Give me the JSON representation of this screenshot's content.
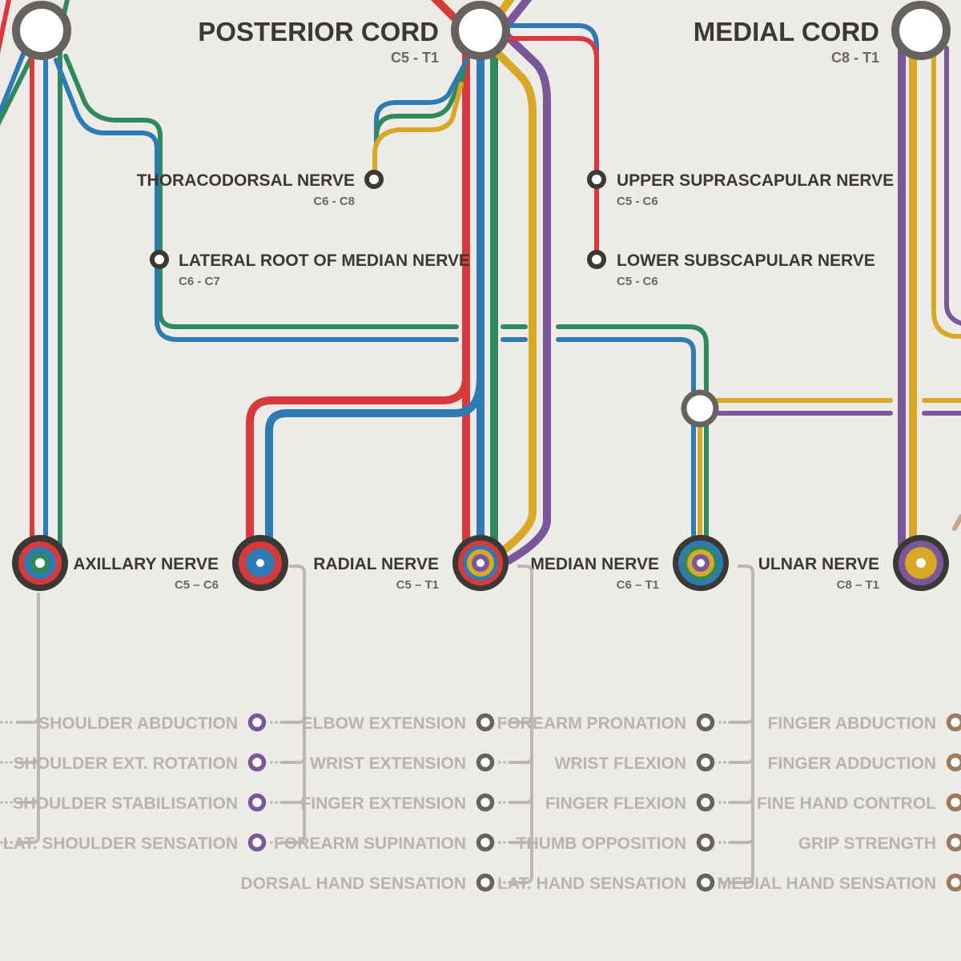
{
  "colors": {
    "background": "#ecebe7",
    "red": "#d83a3c",
    "blue": "#2d7ab4",
    "green": "#2e8a5c",
    "yellow": "#d9a826",
    "purple": "#7a569a",
    "dark": "#3b3836",
    "station": "#666260",
    "connector": "#bcb7b1",
    "function_text": "#b9b3ad",
    "brown": "#9b7b5e"
  },
  "cords": {
    "posterior": {
      "name": "POSTERIOR CORD",
      "range": "C5 - T1"
    },
    "medial": {
      "name": "MEDIAL CORD",
      "range": "C8 - T1"
    }
  },
  "branches": {
    "thoracodorsal": {
      "name": "THORACODORSAL NERVE",
      "range": "C6 - C8"
    },
    "lateral_root": {
      "name": "LATERAL ROOT OF MEDIAN NERVE",
      "range": "C6 - C7"
    },
    "upper_subscapular": {
      "name": "UPPER SUPRASCAPULAR NERVE",
      "range": "C5 - C6"
    },
    "lower_subscapular": {
      "name": "LOWER SUBSCAPULAR NERVE",
      "range": "C5 - C6"
    }
  },
  "nerves": {
    "axillary": {
      "name": "AXILLARY NERVE",
      "range": "C5 – C6",
      "functions": [
        "SHOULDER ABDUCTION",
        "SHOULDER EXT. ROTATION",
        "SHOULDER STABILISATION",
        "LAT. SHOULDER SENSATION"
      ]
    },
    "radial": {
      "name": "RADIAL NERVE",
      "range": "C5 – T1",
      "functions": [
        "ELBOW EXTENSION",
        "WRIST EXTENSION",
        "FINGER EXTENSION",
        "FOREARM SUPINATION",
        "DORSAL HAND SENSATION"
      ]
    },
    "median": {
      "name": "MEDIAN NERVE",
      "range": "C6 – T1",
      "functions": [
        "FOREARM PRONATION",
        "WRIST FLEXION",
        "FINGER FLEXION",
        "THUMB OPPOSITION",
        "LAT. HAND SENSATION"
      ]
    },
    "ulnar": {
      "name": "ULNAR NERVE",
      "range": "C8 – T1",
      "functions": [
        "FINGER ABDUCTION",
        "FINGER ADDUCTION",
        "FINE HAND CONTROL",
        "GRIP STRENGTH",
        "MEDIAL HAND SENSATION"
      ]
    }
  }
}
